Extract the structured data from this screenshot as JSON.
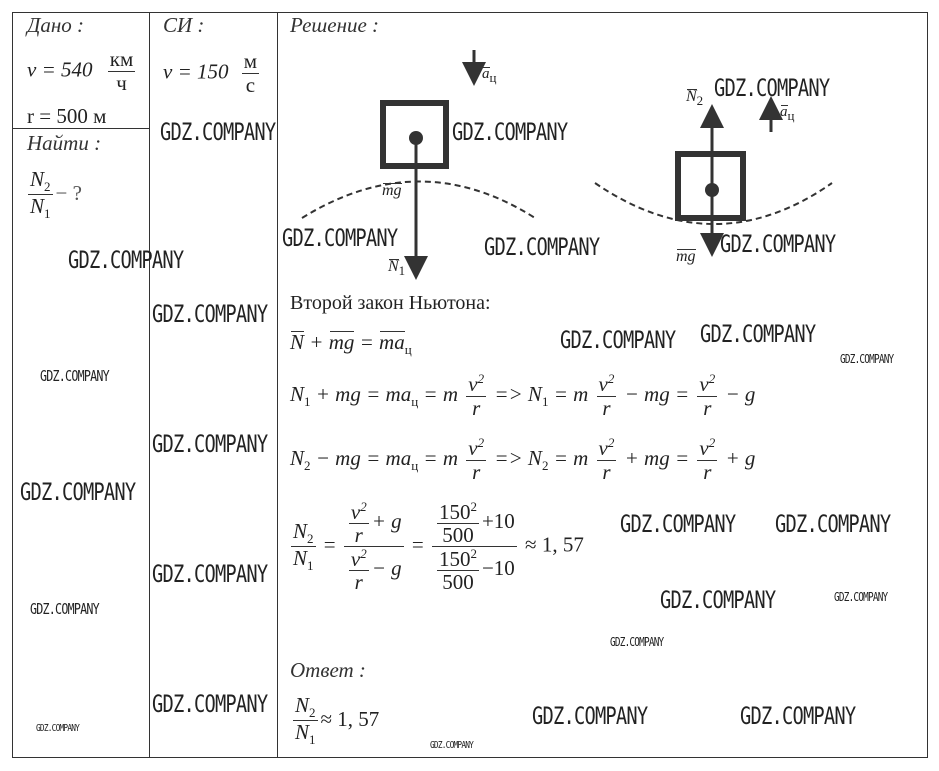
{
  "given": {
    "heading": "Дано :",
    "v_label": "v = 540",
    "v_unit_num": "км",
    "v_unit_den": "ч",
    "r": "r = 500 м"
  },
  "find": {
    "heading": "Найти :",
    "num": "N",
    "num_sub": "2",
    "den": "N",
    "den_sub": "1",
    "suffix": "− ?"
  },
  "si": {
    "heading": "СИ :",
    "v_label": "v = 150",
    "unit_num": "м",
    "unit_den": "с"
  },
  "solution": {
    "heading": "Решение :",
    "law_title": "Второй закон Ньютона:"
  },
  "diagram": {
    "a_label": "a",
    "a_sub": "ц",
    "mg_label": "mg",
    "n1_label": "N",
    "n1_sub": "1",
    "n2_label": "N",
    "n2_sub": "2"
  },
  "eq": {
    "vector": [
      "N",
      "+",
      "mg",
      "=",
      "ma",
      "ц"
    ],
    "line1": {
      "a": "N",
      "as": "1",
      "b": "+ mg = ma",
      "bs": "ц",
      "c": "= m",
      "num": "v",
      "den": "r",
      "arrow": "=> N",
      "as2": "1",
      "d": "= m",
      "e": "− mg =",
      "f": "− g"
    },
    "line2": {
      "a": "N",
      "as": "2",
      "b": "− mg = ma",
      "bs": "ц",
      "c": "= m",
      "num": "v",
      "den": "r",
      "arrow": "=> N",
      "as2": "2",
      "d": "= m",
      "e": "+ mg =",
      "f": "+ g"
    },
    "ratio": {
      "plus": "+ g",
      "minus": "− g",
      "num_val": "150",
      "den_val": "500",
      "plus10": "+10",
      "minus10": "−10",
      "result": "≈ 1, 57"
    }
  },
  "answer": {
    "heading": "Ответ :",
    "result": "≈ 1, 57"
  },
  "watermarks": [
    "GDZ.COMPANY",
    "GDZ.COMPANY",
    "GDZ.COMPANY",
    "GDZ.COMPANY",
    "GDZ.COMPANY",
    "GDZ.COMPANY",
    "GDZ.COMPANY",
    "GDZ.COMPANY",
    "GDZ.COMPANY",
    "GDZ.COMPANY",
    "GDZ.COMPANY",
    "GDZ.COMPANY",
    "GDZ.COMPANY",
    "GDZ.COMPANY",
    "GDZ.COMPANY",
    "GDZ.COMPANY",
    "GDZ.COMPANY",
    "GDZ.COMPANY",
    "GDZ.COMPANY",
    "GDZ.COMPANY",
    "GDZ.COMPANY",
    "GDZ.COMPANY",
    "GDZ.COMPANY",
    "GDZ.COMPANY",
    "GDZ.COMPANY"
  ]
}
